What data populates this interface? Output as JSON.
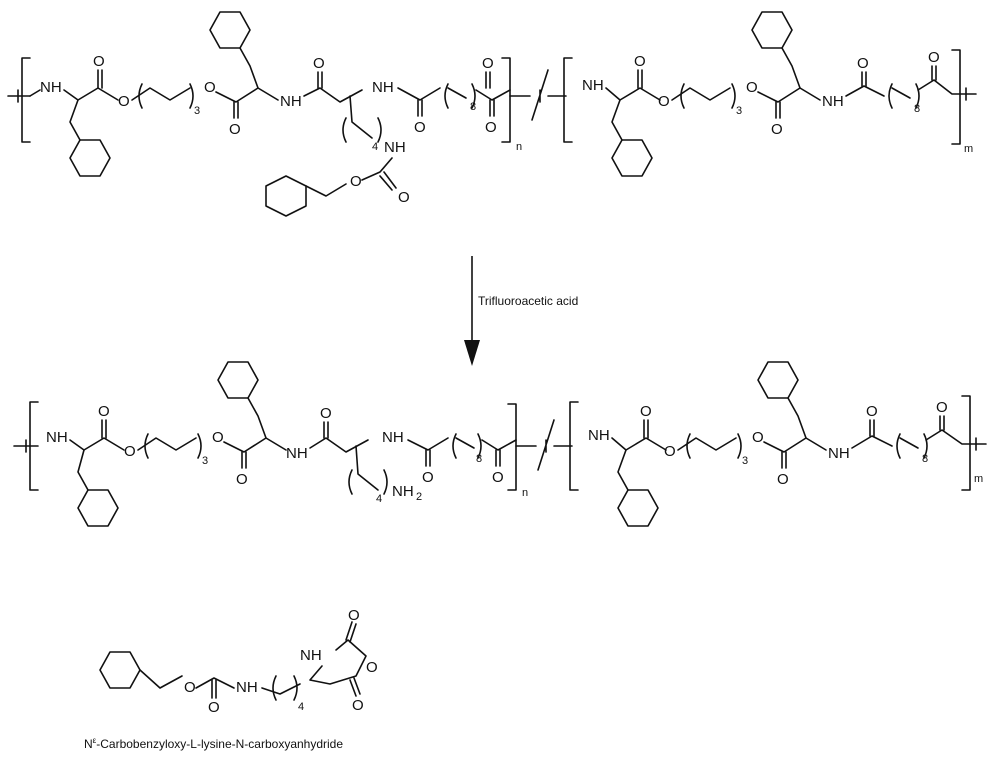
{
  "atoms": {
    "nh": "NH",
    "nh2": "NH",
    "o": "O",
    "sub2": "2"
  },
  "counts": {
    "three": "3",
    "four": "4",
    "eight": "8",
    "n": "n",
    "m": "m"
  },
  "reaction": {
    "reagent": "Trifluoroacetic acid"
  },
  "monomer": {
    "caption_prefix": "N",
    "caption_superscript": "ε",
    "caption_rest": "-Carbobenzyloxy-L-lysine-N-carboxyanhydride"
  }
}
